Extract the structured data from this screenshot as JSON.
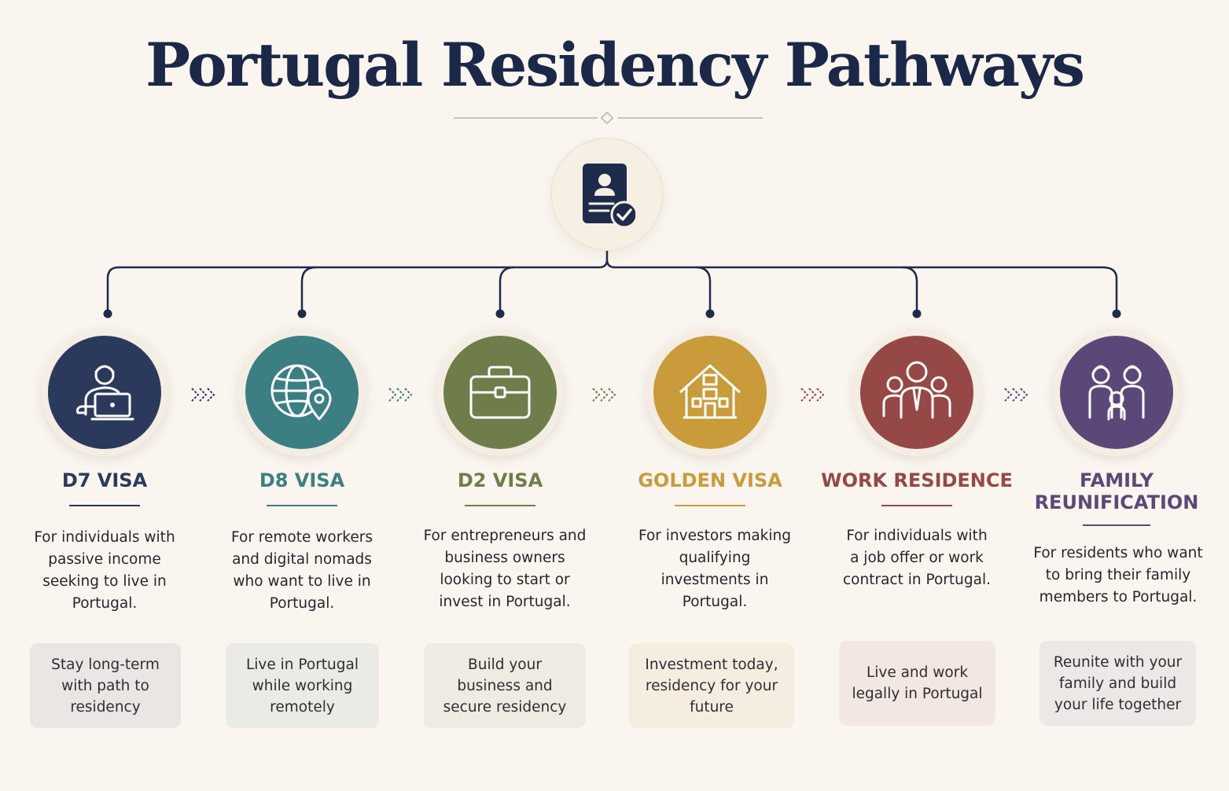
{
  "title": "Portugal Residency Pathways",
  "hub_icon": "residency-document-check-icon",
  "pathways": [
    {
      "name": "D7 VISA",
      "icon": "remote-laptop-user-icon",
      "color": "#2b3a5c",
      "description": "For individuals with passive income seeking to live in Portugal.",
      "tagline": "Stay long-term with path to residency"
    },
    {
      "name": "D8 VISA",
      "icon": "globe-location-pin-icon",
      "color": "#3c7f82",
      "description": "For remote workers and digital nomads who want to live in Portugal.",
      "tagline": "Live in Portugal while working remotely"
    },
    {
      "name": "D2 VISA",
      "icon": "briefcase-icon",
      "color": "#6f7d4a",
      "description": "For entrepreneurs and business owners looking to start or invest in Portugal.",
      "tagline": "Build your business and secure residency"
    },
    {
      "name": "GOLDEN VISA",
      "icon": "house-icon",
      "color": "#c99b3a",
      "description": "For investors making qualifying investments in Portugal.",
      "tagline": "Investment today, residency for your future"
    },
    {
      "name": "WORK RESIDENCE",
      "icon": "team-workers-icon",
      "color": "#964846",
      "description": "For individuals with a job offer or work contract in Portugal.",
      "tagline": "Live and work legally in Portugal"
    },
    {
      "name": "FAMILY REUNIFICATION",
      "icon": "family-icon",
      "color": "#5c4878",
      "description": "For residents who want to bring their family members to Portugal.",
      "tagline": "Reunite with your family and build your life together"
    }
  ],
  "colors": {
    "background": "#faf5ef",
    "title": "#1b2848",
    "connector": "#1f2b4a"
  }
}
